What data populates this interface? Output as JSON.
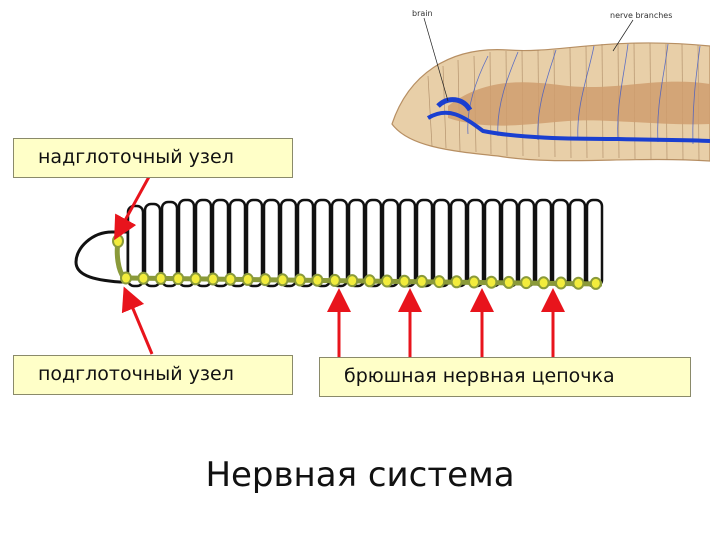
{
  "labels": {
    "supraesophageal_ganglion": "надглоточный узел",
    "subesophageal_ganglion": "подглоточный узел",
    "ventral_nerve_cord": "брюшная нервная цепочка"
  },
  "photo": {
    "brain_label": "brain",
    "nerve_branches_label": "nerve branches"
  },
  "title": "Нервная система",
  "colors": {
    "arrow": "#e8141c",
    "nerve_cord": "#8a9a3a",
    "ganglion_fill": "#f2ec3c",
    "label_bg": "#ffffc8",
    "photo_nerves": "#1a3fd0",
    "photo_body": "#d9b48a"
  },
  "ganglia_count": 28
}
